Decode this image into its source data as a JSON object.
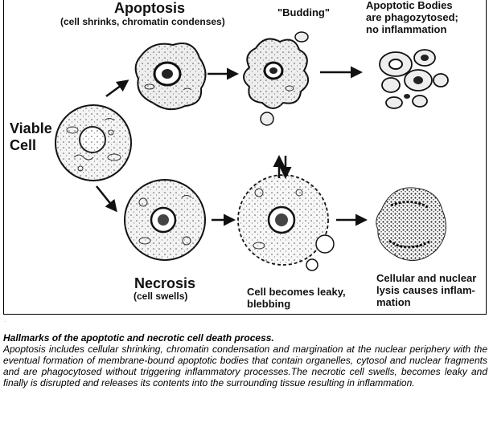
{
  "labels": {
    "viable_cell": "Viable\nCell",
    "apoptosis_title": "Apoptosis",
    "apoptosis_sub": "(cell shrinks, chromatin condenses)",
    "budding": "\"Budding\"",
    "apoptotic_bodies": "Apoptotic Bodies\nare phagozytosed;\nno inflammation",
    "necrosis_title": "Necrosis",
    "necrosis_sub": "(cell swells)",
    "leaky": "Cell becomes leaky,\nblebbing",
    "lysis": "Cellular and nuclear\nlysis causes inflam-\nmation"
  },
  "caption": {
    "title": "Hallmarks of the apoptotic and necrotic cell death process.",
    "body": "Apoptosis includes cellular shrinking, chromatin condensation and margination at the nuclear periphery with the eventual formation of membrane-bound apoptotic bodies that contain organelles, cytosol and nuclear fragments and are phagocytosed without triggering inflammatory processes.The necrotic cell swells, becomes leaky and finally is disrupted and releases its contents into the surrounding tissue resulting in inflammation.",
    "mark": "."
  }
}
